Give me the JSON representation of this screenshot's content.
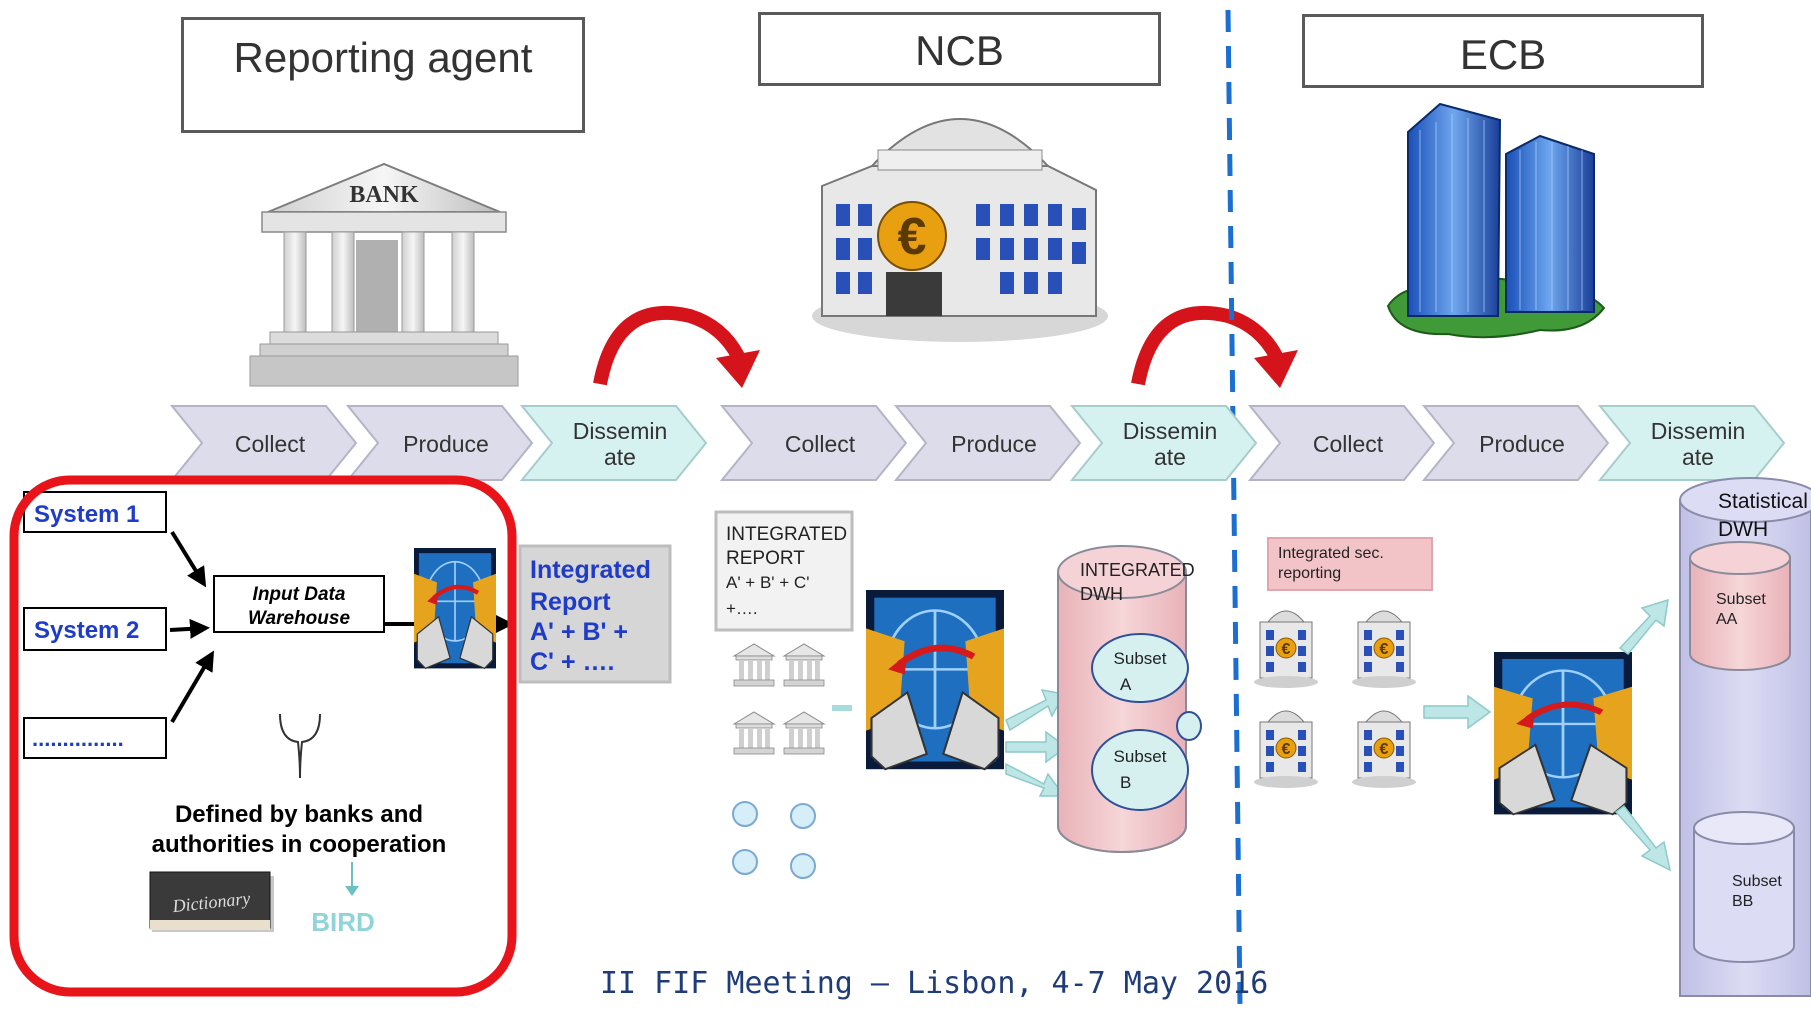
{
  "headers": {
    "reporting_agent": "Reporting agent",
    "ncb": "NCB",
    "ecb": "ECB"
  },
  "bank_sign": "BANK",
  "process_steps": [
    {
      "label": "Collect"
    },
    {
      "label": "Produce"
    },
    {
      "label": "Dissemin",
      "label2": "ate"
    },
    {
      "label": "Collect"
    },
    {
      "label": "Produce"
    },
    {
      "label": "Dissemin",
      "label2": "ate"
    },
    {
      "label": "Collect"
    },
    {
      "label": "Produce"
    },
    {
      "label": "Dissemin",
      "label2": "ate"
    }
  ],
  "reporting_agent_panel": {
    "system1": "System 1",
    "system2": "System 2",
    "dots": "...............",
    "idw_line1": "Input Data",
    "idw_line2": "Warehouse",
    "defined_line1": "Defined by banks and",
    "defined_line2": "authorities in cooperation",
    "dictionary": "Dictionary",
    "bird": "BIRD",
    "report_lines": [
      "Integrated",
      "Report",
      "A' + B' +",
      "C' + …."
    ]
  },
  "ncb_panel": {
    "report_lines": [
      "INTEGRATED",
      "REPORT",
      "A' + B' + C'",
      "+…."
    ],
    "dwh_line1": "INTEGRATED",
    "dwh_line2": "DWH",
    "subset_a_1": "Subset",
    "subset_a_2": "A",
    "subset_b_1": "Subset",
    "subset_b_2": "B"
  },
  "ecb_panel": {
    "integrated_line1": "Integrated sec.",
    "integrated_line2": "reporting",
    "stat_line1": "Statistical",
    "stat_line2": "DWH",
    "subset_aa_1": "Subset",
    "subset_aa_2": "AA",
    "subset_bb_1": "Subset",
    "subset_bb_2": "BB"
  },
  "footer": "II FIF Meeting – Lisbon, 4-7 May 2016",
  "colors": {
    "chevron_pale": "#dcdcea",
    "chevron_cyan": "#d6f2f0",
    "highlight_red": "#e8141a",
    "divider_blue": "#1b6fd1",
    "arrow_red": "#d4141a",
    "cylinder_pink": "#f0c4c8",
    "cylinder_lavender": "#ccccec",
    "accent_blue": "#1e3cc8",
    "arrow_cyan": "#a8dcdc"
  }
}
